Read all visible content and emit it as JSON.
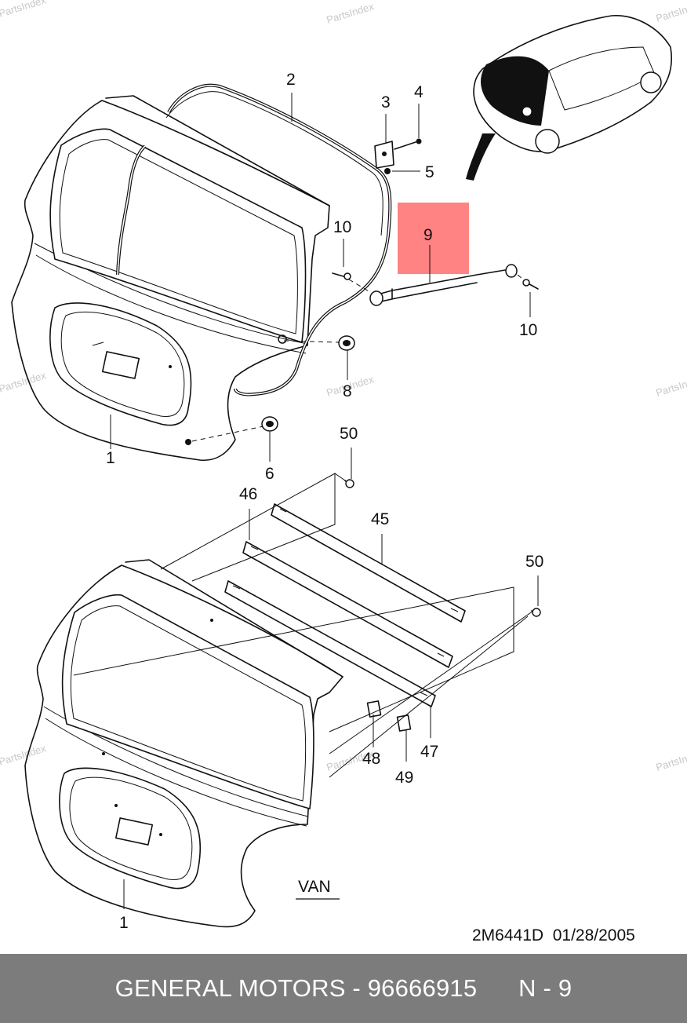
{
  "watermark": "PartsIndex",
  "callouts": {
    "c1_top": "1",
    "c2": "2",
    "c3": "3",
    "c4": "4",
    "c5": "5",
    "c6": "6",
    "c8": "8",
    "c9": "9",
    "c10_left": "10",
    "c10_right": "10",
    "c45": "45",
    "c46": "46",
    "c47": "47",
    "c48": "48",
    "c49": "49",
    "c50_top": "50",
    "c50_right": "50",
    "c1_bottom": "1"
  },
  "variant_label": "VAN",
  "diagram_code": "2M6441D  01/28/2005",
  "highlight_color": "#ff8383",
  "footer": {
    "manufacturer": "GENERAL MOTORS",
    "separator": " - ",
    "part_number": "96666915",
    "position_ref": "N - 9"
  }
}
